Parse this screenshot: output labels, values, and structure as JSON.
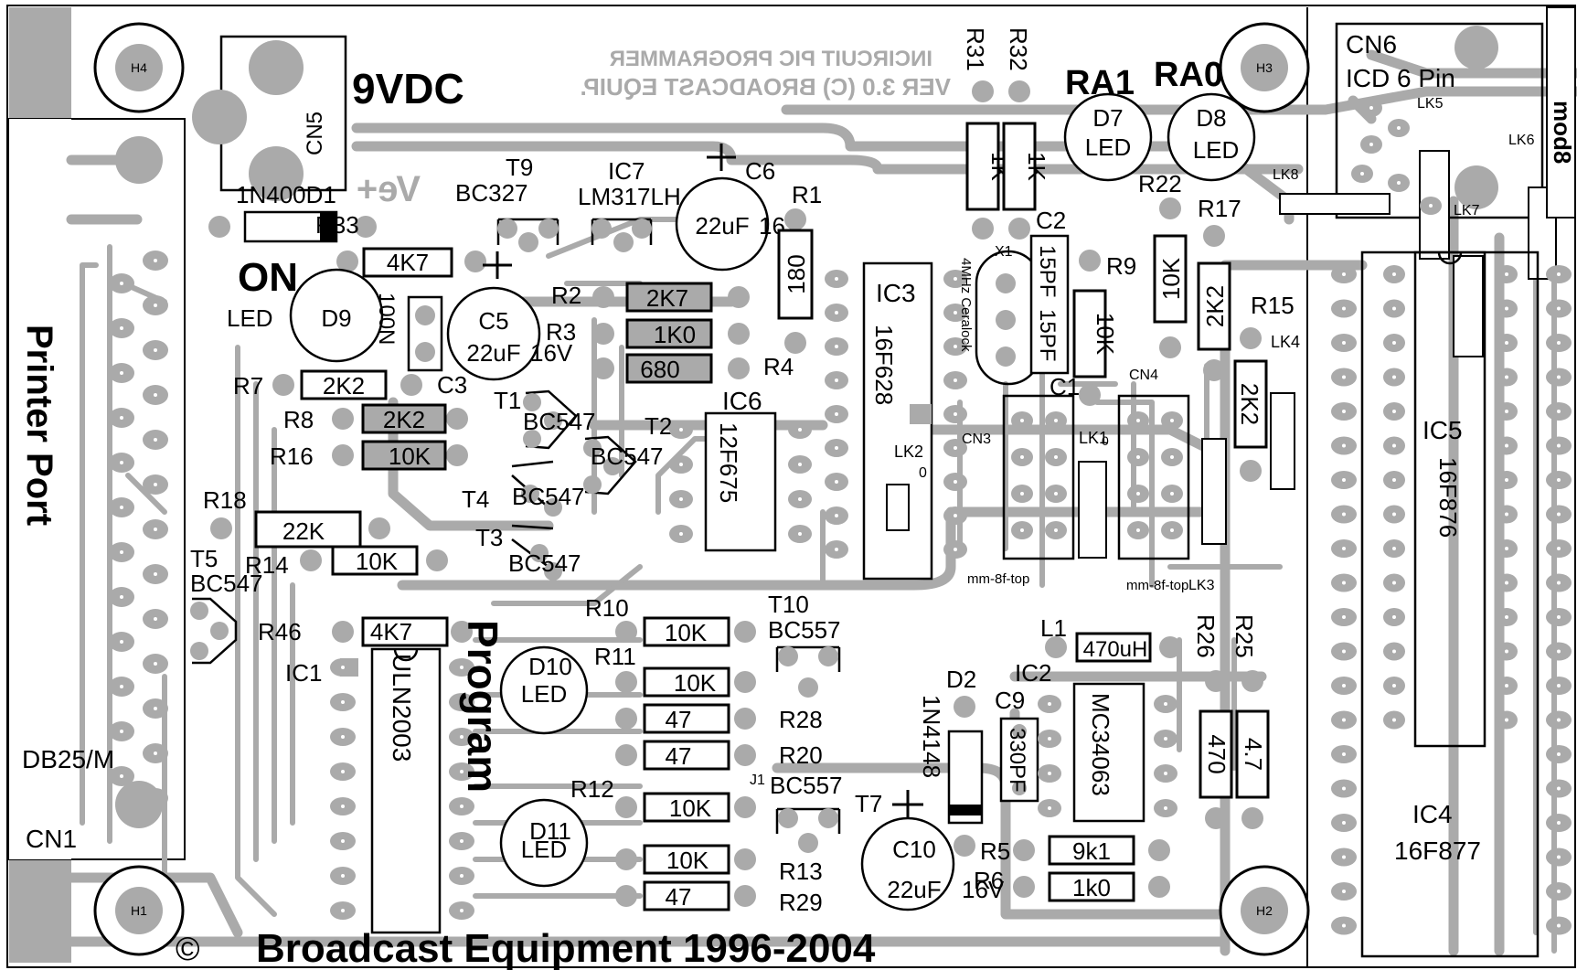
{
  "board": {
    "title_line1": "INCIRCUIT PIC PROGRAMMER",
    "title_line2": "VER 3.0   (C) BROADCAST EQUIP.",
    "copyright_symbol": "©",
    "footer": "Broadcast Equipment 1996-2004",
    "power_label": "9VDC",
    "ve_plus": "Ve+",
    "on_label": "ON",
    "printer_port": "Printer Port",
    "program_label": "Program",
    "db25": "DB25/M",
    "cn1": "CN1",
    "cn5": "CN5",
    "cn6": "CN6",
    "icd": "ICD 6 Pin",
    "mod8": "mod8",
    "ra1": "RA1",
    "ra0": "RA0"
  },
  "holes": {
    "h1": "H1",
    "h2": "H2",
    "h3": "H3",
    "h4": "H4"
  },
  "resistors": [
    {
      "ref": "R33",
      "value": "4K7"
    },
    {
      "ref": "R7",
      "value": "2K2"
    },
    {
      "ref": "R8",
      "value": "2K2"
    },
    {
      "ref": "R16",
      "value": "10K"
    },
    {
      "ref": "R18",
      "value": "22K"
    },
    {
      "ref": "R14",
      "value": "10K"
    },
    {
      "ref": "R46",
      "value": "4K7"
    },
    {
      "ref": "R2",
      "value": "2K7"
    },
    {
      "ref": "R3",
      "value": "1K0"
    },
    {
      "ref": "R4",
      "value": "680"
    },
    {
      "ref": "R1",
      "value": "180"
    },
    {
      "ref": "R31",
      "value": "1K"
    },
    {
      "ref": "R32",
      "value": "1K"
    },
    {
      "ref": "R9",
      "value": "10K"
    },
    {
      "ref": "R22",
      "value": "10K"
    },
    {
      "ref": "R17",
      "value": "2K2"
    },
    {
      "ref": "R15",
      "value": "2K2"
    },
    {
      "ref": "R10",
      "value": "10K"
    },
    {
      "ref": "R11",
      "value": "10K"
    },
    {
      "ref": "R28",
      "value": "47"
    },
    {
      "ref": "R20",
      "value": "47"
    },
    {
      "ref": "R12",
      "value": "10K"
    },
    {
      "ref": "R13",
      "value": "10K"
    },
    {
      "ref": "R29",
      "value": "47"
    },
    {
      "ref": "R5",
      "value": "9k1"
    },
    {
      "ref": "R6",
      "value": "1k0"
    },
    {
      "ref": "R26",
      "value": "470"
    },
    {
      "ref": "R25",
      "value": "4.7"
    }
  ],
  "parts": {
    "d1": "1N400D1",
    "d2": "D2",
    "d2_type": "1N4148",
    "d7": "D7",
    "d8": "D8",
    "d9": "D9",
    "d10": "D10",
    "d11": "D11",
    "led": "LED",
    "c1": "C1",
    "c2": "C2",
    "c2_value": "15PF",
    "c3": "C3",
    "c3_value": "100N",
    "c5": "C5",
    "c6": "C6",
    "c9": "C9",
    "c9_value": "330PF",
    "c10": "C10",
    "cap_22u": "22uF",
    "v16": "16V",
    "c1_value": "15PF",
    "t1": "T1",
    "t2": "T2",
    "t3": "T3",
    "t4": "T4",
    "t5": "T5",
    "t7": "T7",
    "t9": "T9",
    "t10": "T10",
    "bc547": "BC547",
    "bc557": "BC557",
    "bc327": "BC327",
    "ic1": "IC1",
    "ic1_type": "ULN2003",
    "ic2": "IC2",
    "ic2_type": "MC34063",
    "ic3": "IC3",
    "ic3_type": "16F628",
    "ic4": "IC4",
    "ic4_type": "16F877",
    "ic5": "IC5",
    "ic5_type": "16F876",
    "ic6": "IC6",
    "ic6_type": "12F675",
    "ic7": "IC7",
    "ic7_type": "LM317LH",
    "x1": "X1",
    "x1_type": "4MHz Ceralock",
    "l1": "L1",
    "l1_value": "470uH",
    "cn3": "CN3",
    "cn4": "CN4",
    "lk1": "LK1",
    "lk2": "LK2",
    "lk3": "LK3",
    "lk4": "LK4",
    "lk5": "LK5",
    "lk6": "LK6",
    "lk7": "LK7",
    "lk8": "LK8",
    "j1": "J1",
    "zero": "0",
    "mm8f": "mm-8f-top"
  }
}
